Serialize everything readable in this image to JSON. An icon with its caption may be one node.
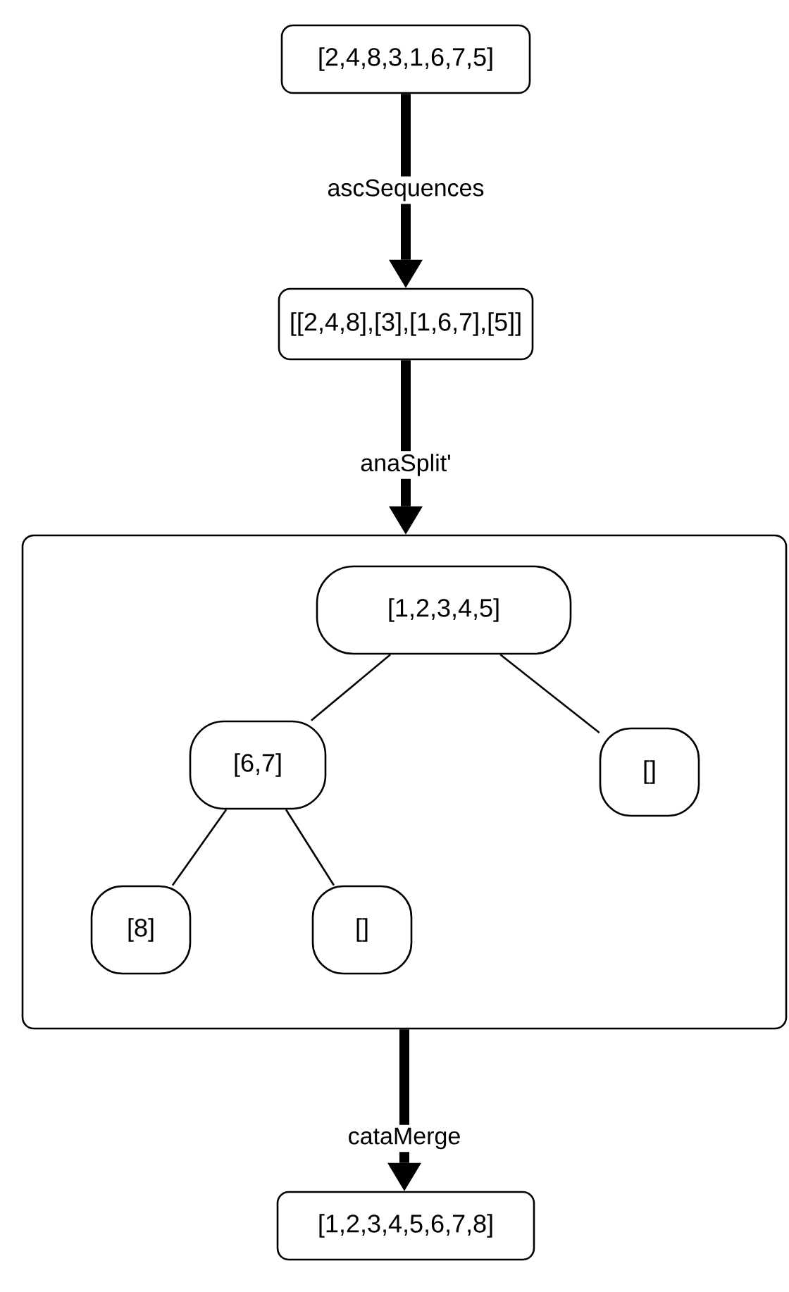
{
  "diagram": {
    "nodes": [
      {
        "text": [
          "[2,4,8,3,1,6,7,5]"
        ]
      },
      {
        "text": [
          "[[2,4,8],[3],[1,6,7],[5]]"
        ]
      },
      {
        "text": [],
        "shape": "box"
      },
      {
        "text": [
          "[1,2,3,4,5]"
        ],
        "in": 2
      },
      {
        "text": [
          "[6,7]"
        ],
        "in": 2
      },
      {
        "text": [
          "[]"
        ],
        "in": 2
      },
      {
        "text": [
          "[8]"
        ],
        "in": 2
      },
      {
        "text": [
          "[]"
        ],
        "in": 2
      },
      {
        "text": [
          "[1,2,3,4,5,6,7,8]"
        ]
      }
    ],
    "edges": [
      {
        "from": 0,
        "to": 1,
        "arrow": "to",
        "label": "ascSequences",
        "style": "thick"
      },
      {
        "from": 1,
        "to": 2,
        "arrow": "to",
        "label": "anaSplit'",
        "style": "thick"
      },
      {
        "from": 3,
        "to": 4,
        "arrow": "none"
      },
      {
        "from": 3,
        "to": 5,
        "arrow": "none"
      },
      {
        "from": 4,
        "to": 6,
        "arrow": "none"
      },
      {
        "from": 4,
        "to": 7,
        "arrow": "none"
      },
      {
        "from": 2,
        "to": 8,
        "arrow": "to",
        "label": "cataMerge",
        "style": "thick"
      }
    ]
  }
}
